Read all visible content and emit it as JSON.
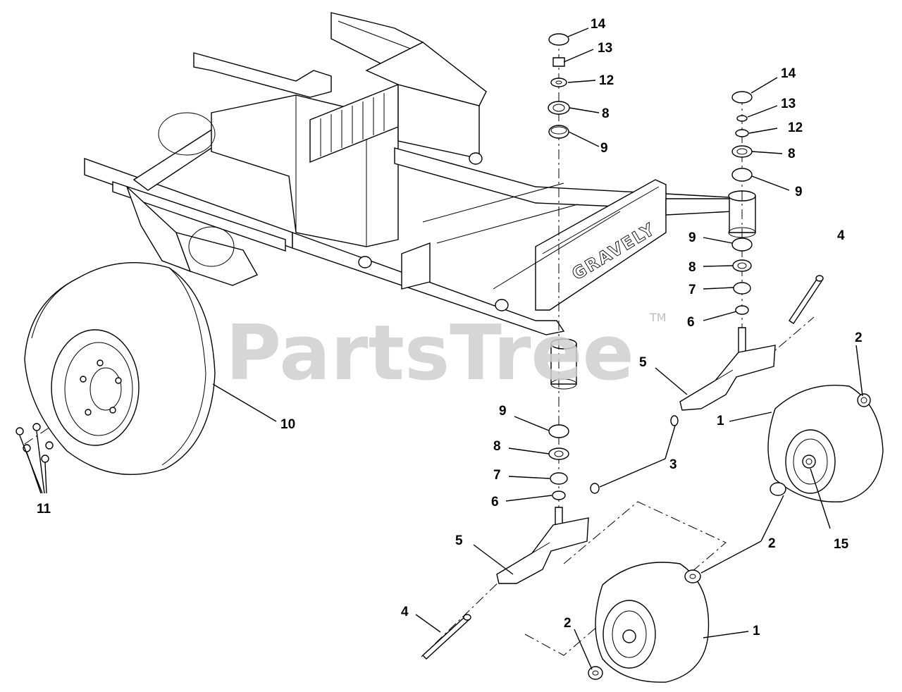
{
  "watermark": {
    "text": "PartsTree",
    "tm": "TM"
  },
  "frame_brand": "GRAVELY",
  "callouts": [
    {
      "id": "c14a",
      "label": "14"
    },
    {
      "id": "c13a",
      "label": "13"
    },
    {
      "id": "c12a",
      "label": "12"
    },
    {
      "id": "c8a",
      "label": "8"
    },
    {
      "id": "c9a",
      "label": "9"
    },
    {
      "id": "c14b",
      "label": "14"
    },
    {
      "id": "c13b",
      "label": "13"
    },
    {
      "id": "c12b",
      "label": "12"
    },
    {
      "id": "c8b",
      "label": "8"
    },
    {
      "id": "c9b",
      "label": "9"
    },
    {
      "id": "c9c",
      "label": "9"
    },
    {
      "id": "c8c",
      "label": "8"
    },
    {
      "id": "c7a",
      "label": "7"
    },
    {
      "id": "c6a",
      "label": "6"
    },
    {
      "id": "c4a",
      "label": "4"
    },
    {
      "id": "c2a",
      "label": "2"
    },
    {
      "id": "c5a",
      "label": "5"
    },
    {
      "id": "c1a",
      "label": "1"
    },
    {
      "id": "c10",
      "label": "10"
    },
    {
      "id": "c9d",
      "label": "9"
    },
    {
      "id": "c3",
      "label": "3"
    },
    {
      "id": "c8d",
      "label": "8"
    },
    {
      "id": "c7b",
      "label": "7"
    },
    {
      "id": "c6b",
      "label": "6"
    },
    {
      "id": "c11",
      "label": "11"
    },
    {
      "id": "c2b",
      "label": "2"
    },
    {
      "id": "c15",
      "label": "15"
    },
    {
      "id": "c5b",
      "label": "5"
    },
    {
      "id": "c4b",
      "label": "4"
    },
    {
      "id": "c2c",
      "label": "2"
    },
    {
      "id": "c1b",
      "label": "1"
    }
  ]
}
